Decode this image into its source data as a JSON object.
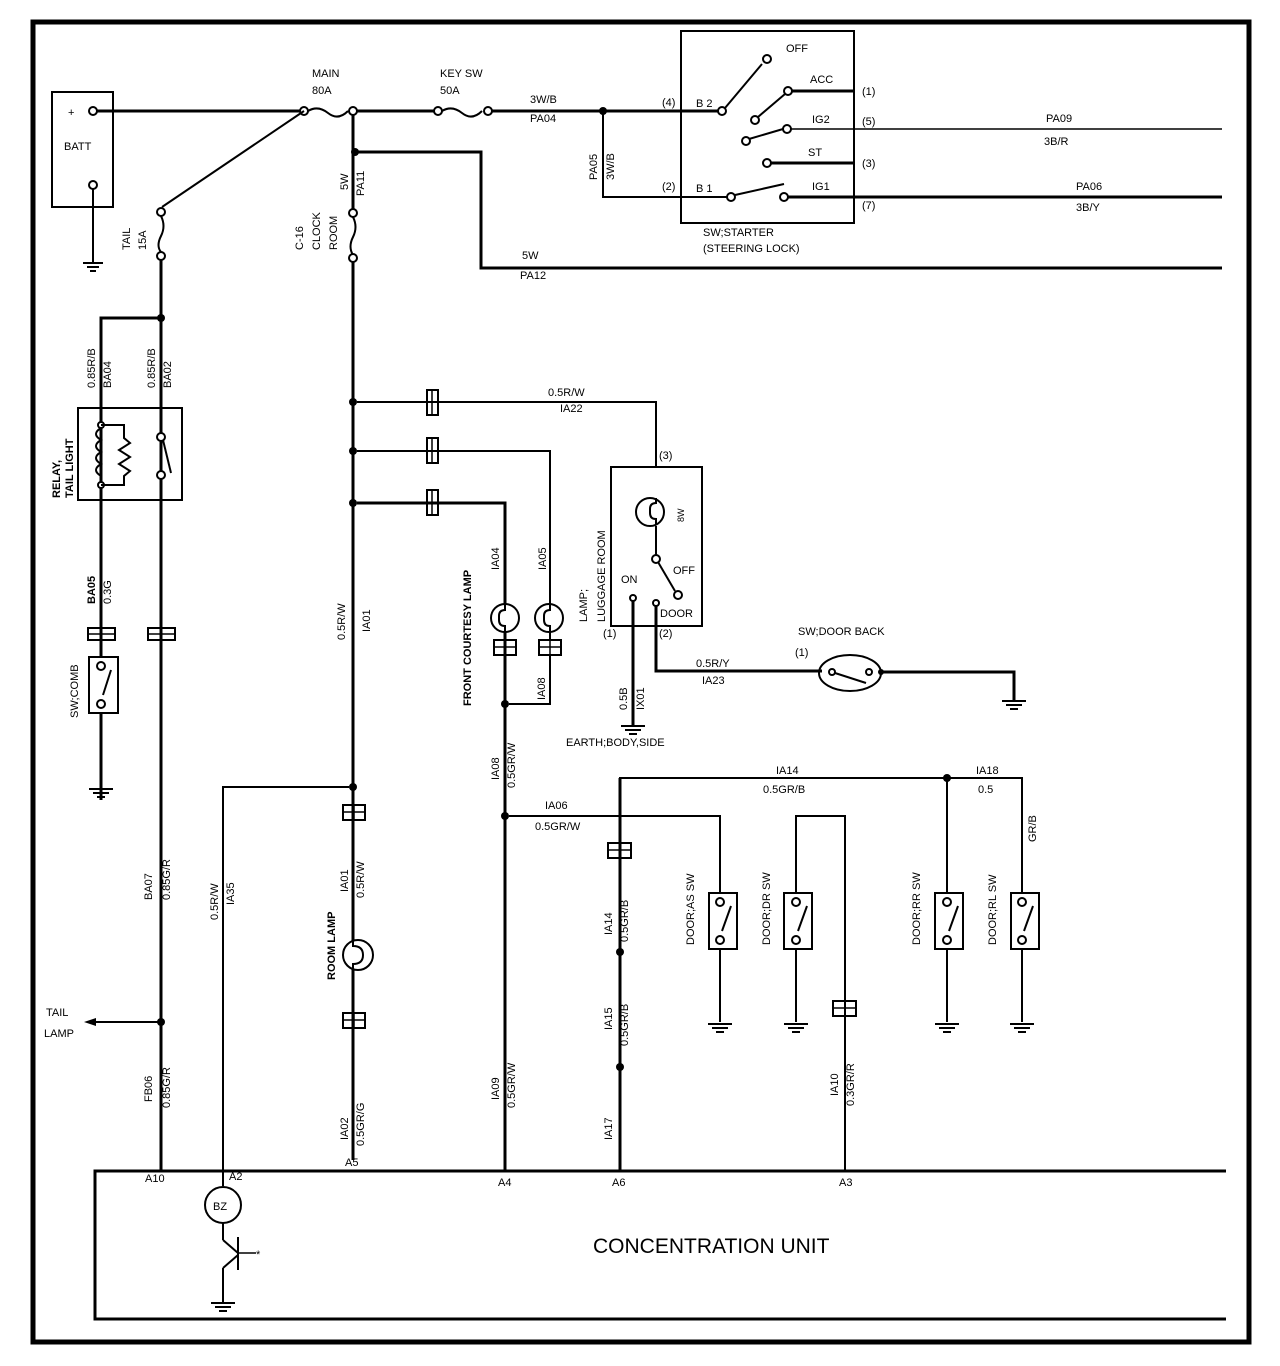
{
  "diagram": {
    "battery": {
      "label": "BATT",
      "plus": "+"
    },
    "fuses": {
      "main": {
        "name": "MAIN",
        "rating": "80A"
      },
      "key_sw": {
        "name": "KEY SW",
        "rating": "50A"
      },
      "tail": {
        "name": "TAIL",
        "rating": "15A"
      },
      "room": {
        "name": "C-16",
        "line2": "CLOCK",
        "line3": "ROOM"
      }
    },
    "wires": {
      "pa04": {
        "code": "PA04",
        "spec": "3W/B"
      },
      "pa05": {
        "code": "PA05",
        "spec": "3W/B"
      },
      "pa09": {
        "code": "PA09",
        "spec": "3B/R"
      },
      "pa06": {
        "code": "PA06",
        "spec": "3B/Y"
      },
      "pa11": {
        "code": "PA11",
        "spec": "5W"
      },
      "pa12": {
        "code": "PA12",
        "spec": "5W"
      },
      "ba04": {
        "code": "BA04",
        "spec": "0.85R/B"
      },
      "ba02": {
        "code": "BA02",
        "spec": "0.85R/B"
      },
      "ba05": {
        "code": "BA05",
        "spec": "0.3G"
      },
      "ba07": {
        "code": "BA07",
        "spec": "0.85G/R"
      },
      "fb06": {
        "code": "FB06",
        "spec": "0.85G/R"
      },
      "ia01a": {
        "code": "IA01",
        "spec": "0.5R/W"
      },
      "ia01b": {
        "code": "IA01",
        "spec": "0.5R/W"
      },
      "ia35": {
        "code": "IA35",
        "spec": "0.5R/W"
      },
      "ia22": {
        "code": "IA22",
        "spec": "0.5R/W"
      },
      "ia04": {
        "code": "IA04"
      },
      "ia05": {
        "code": "IA05"
      },
      "ia08": {
        "code": "IA08"
      },
      "ia08b": {
        "code": "IA08",
        "spec": "0.5GR/W"
      },
      "ia06": {
        "code": "IA06",
        "spec": "0.5GR/W"
      },
      "ia09": {
        "code": "IA09",
        "spec": "0.5GR/W"
      },
      "ia02": {
        "code": "IA02",
        "spec": "0.5GR/G"
      },
      "ia23": {
        "code": "IA23",
        "spec": "0.5R/Y"
      },
      "ix01": {
        "code": "IX01",
        "spec": "0.5B"
      },
      "ia14a": {
        "code": "IA14",
        "spec": "0.5GR/B"
      },
      "ia14b": {
        "code": "IA14",
        "spec": "0.5GR/B"
      },
      "ia15": {
        "code": "IA15",
        "spec": "0.5GR/B"
      },
      "ia17": {
        "code": "IA17"
      },
      "ia18": {
        "code": "IA18",
        "spec1": "0.5",
        "spec2": "GR/B"
      },
      "ia10": {
        "code": "IA10",
        "spec": "0.3GR/R"
      }
    },
    "starter_switch": {
      "title": "SW;STARTER",
      "subtitle": "(STEERING LOCK)",
      "positions": [
        "OFF",
        "ACC",
        "IG2",
        "ST",
        "IG1"
      ],
      "inputs": {
        "b2": "B 2",
        "b1": "B 1"
      },
      "pins": {
        "p4": "(4)",
        "p2": "(2)",
        "p1": "(1)",
        "p5": "(5)",
        "p3": "(3)",
        "p7": "(7)"
      }
    },
    "relay": {
      "line1": "RELAY,",
      "line2": "TAIL LIGHT"
    },
    "sw_comb": "SW;COMB",
    "front_courtesy_lamp": "FRONT COURTESY LAMP",
    "luggage_lamp": {
      "line1": "LAMP;",
      "line2": "LUGGAGE ROOM",
      "bulb": "8W",
      "on": "ON",
      "off": "OFF",
      "door": "DOOR",
      "pins": {
        "p3": "(3)",
        "p1": "(1)",
        "p2": "(2)"
      }
    },
    "earth_body_side": "EARTH;BODY,SIDE",
    "sw_door_back": {
      "title": "SW;DOOR BACK",
      "pin": "(1)"
    },
    "room_lamp": "ROOM LAMP",
    "door_switches": [
      "DOOR;AS SW",
      "DOOR;DR SW",
      "DOOR;RR SW",
      "DOOR;RL SW"
    ],
    "tail_lamp": {
      "line1": "TAIL",
      "line2": "LAMP"
    },
    "concentration_unit": {
      "title": "CONCENTRATION UNIT",
      "buzzer": "BZ",
      "transistor_mark": "*",
      "pins": [
        "A10",
        "A2",
        "A5",
        "A4",
        "A6",
        "A3"
      ]
    }
  }
}
